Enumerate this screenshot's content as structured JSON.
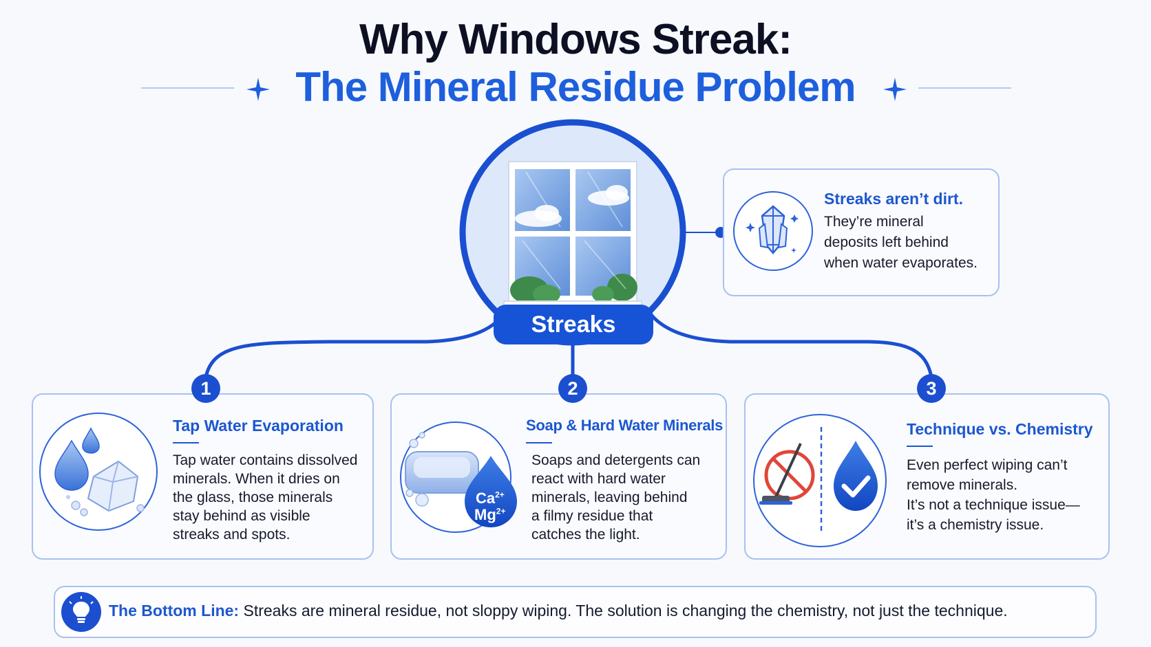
{
  "header": {
    "title_line1": "Why Windows Streak:",
    "title_line2": "The Mineral Residue Problem"
  },
  "center": {
    "label": "Streaks"
  },
  "callout": {
    "title": "Streaks aren’t dirt.",
    "body_lines": [
      "They’re mineral",
      "deposits left behind",
      "when water evaporates."
    ]
  },
  "steps": [
    {
      "number": "1",
      "title": "Tap Water Evaporation",
      "body_lines": [
        "Tap water contains dissolved",
        "minerals. When it dries on",
        "the glass, those minerals",
        "stay behind as visible",
        "streaks and spots."
      ]
    },
    {
      "number": "2",
      "title": "Soap & Hard Water Minerals",
      "body_lines": [
        "Soaps and detergents can",
        "react with hard water",
        "minerals, leaving behind",
        "a filmy residue that",
        "catches the light."
      ],
      "icon_text": {
        "ca": "Ca",
        "ca_sup": "2+",
        "mg": "Mg",
        "mg_sup": "2+"
      }
    },
    {
      "number": "3",
      "title": "Technique vs. Chemistry",
      "body_lines": [
        "Even perfect wiping can’t",
        "remove minerals.",
        "It’s not a technique issue—",
        "it’s a chemistry issue."
      ]
    }
  ],
  "bottom": {
    "label": "The Bottom Line:",
    "text": " Streaks are mineral residue, not sloppy wiping. The solution is changing the chemistry, not just the technique."
  },
  "colors": {
    "accent": "#1c57cf",
    "title": "#0c1022",
    "card_border": "#a9c1ee",
    "no_sign": "#e0463a"
  },
  "icons": {
    "center": "window-icon",
    "callout": "crystal-icon",
    "step1": "water-drops-crystal-icon",
    "step2": "soap-bar-drop-icon",
    "step3_left": "no-mop-icon",
    "step3_right": "drop-check-icon",
    "bottom": "lightbulb-icon"
  }
}
